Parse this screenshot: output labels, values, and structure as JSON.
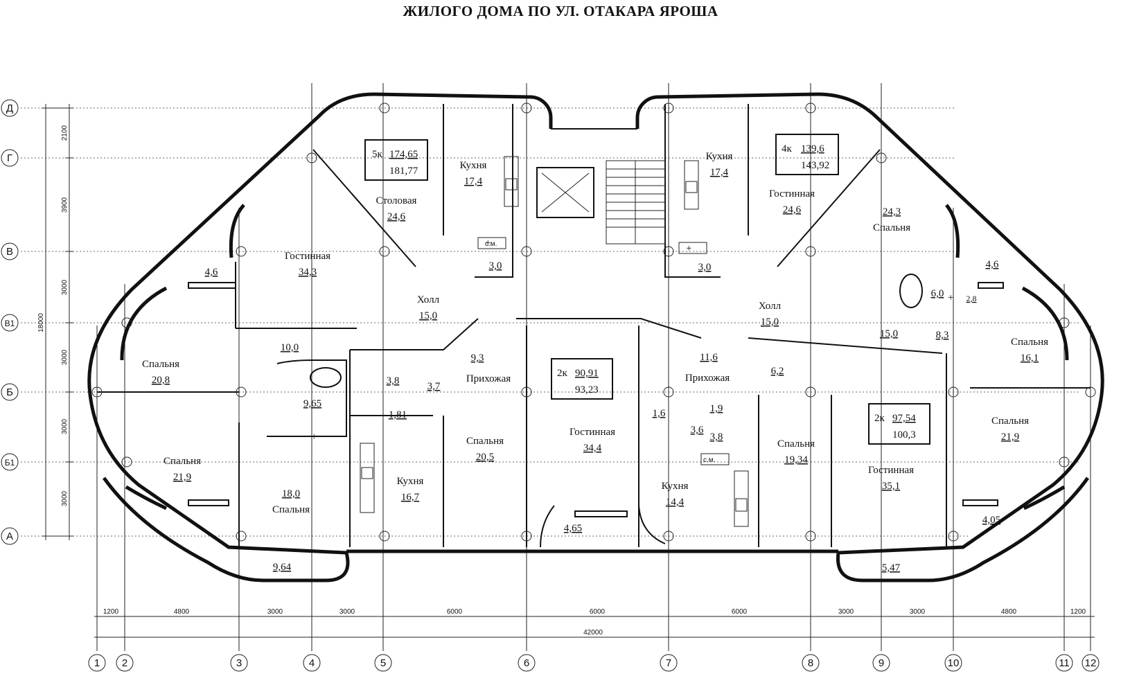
{
  "title": "ЖИЛОГО ДОМА ПО УЛ. ОТАКАРА ЯРОША",
  "axes": {
    "rows": [
      "Д",
      "Г",
      "В",
      "В1",
      "Б",
      "Б1",
      "А"
    ],
    "columns": [
      "1",
      "2",
      "3",
      "4",
      "5",
      "6",
      "7",
      "8",
      "9",
      "10",
      "11",
      "12"
    ]
  },
  "dimensions": {
    "vertical": [
      "2100",
      "3900",
      "3000",
      "3000",
      "3000",
      "3000"
    ],
    "vertical_total": "18000",
    "horizontal": [
      "1200",
      "4800",
      "3000",
      "3000",
      "6000",
      "6000",
      "6000",
      "3000",
      "3000",
      "4800",
      "1200"
    ],
    "horizontal_total": "42000"
  },
  "apartments": [
    {
      "rooms": "5к",
      "area_living": "174,65",
      "area_total": "181,77"
    },
    {
      "rooms": "4к",
      "area_living": "139,6",
      "area_total": "143,92"
    },
    {
      "rooms": "2к",
      "area_living": "90,91",
      "area_total": "93,23"
    },
    {
      "rooms": "2к",
      "area_living": "97,54",
      "area_total": "100,3"
    }
  ],
  "rooms": [
    {
      "name": "Кухня",
      "area": "17,4"
    },
    {
      "name": "Столовая",
      "area": "24,6"
    },
    {
      "name": "Гостинная",
      "area": "34,3"
    },
    {
      "name": "",
      "area": "4,6"
    },
    {
      "name": "",
      "area": "3,0"
    },
    {
      "name": "Холл",
      "area": "15,0"
    },
    {
      "name": "Спальня",
      "area": "20,8"
    },
    {
      "name": "",
      "area": "10,0"
    },
    {
      "name": "",
      "area": "9,65"
    },
    {
      "name": "",
      "area": "3,8"
    },
    {
      "name": "",
      "area": "3,7"
    },
    {
      "name": "",
      "area": "1,81"
    },
    {
      "name": "Спальня",
      "area": "21,9"
    },
    {
      "name": "Спальня",
      "area": "18,0"
    },
    {
      "name": "",
      "area": "9,64"
    },
    {
      "name": "Кухня",
      "area": "16,7"
    },
    {
      "name": "Прихожая",
      "area": "9,3"
    },
    {
      "name": "Спальня",
      "area": "20,5"
    },
    {
      "name": "Гостинная",
      "area": "34,4"
    },
    {
      "name": "",
      "area": "4,65"
    },
    {
      "name": "Кухня",
      "area": "17,4"
    },
    {
      "name": "",
      "area": "3,0"
    },
    {
      "name": "Гостинная",
      "area": "24,6"
    },
    {
      "name": "Спальня",
      "area": "24,3"
    },
    {
      "name": "",
      "area": "4,6"
    },
    {
      "name": "",
      "area": "6,0"
    },
    {
      "name": "",
      "area": "2,8"
    },
    {
      "name": "",
      "area": "8,3"
    },
    {
      "name": "Холл",
      "area": "15,0"
    },
    {
      "name": "",
      "area": "15,0"
    },
    {
      "name": "Спальня",
      "area": "16,1"
    },
    {
      "name": "Прихожая",
      "area": "11,6"
    },
    {
      "name": "",
      "area": "6,2"
    },
    {
      "name": "",
      "area": "1,6"
    },
    {
      "name": "",
      "area": "1,9"
    },
    {
      "name": "",
      "area": "3,6"
    },
    {
      "name": "",
      "area": "3,8"
    },
    {
      "name": "Спальня",
      "area": "19,34"
    },
    {
      "name": "Кухня",
      "area": "14,4"
    },
    {
      "name": "Гостинная",
      "area": "35,1"
    },
    {
      "name": "Спальня",
      "area": "21,9"
    },
    {
      "name": "",
      "area": "4,05"
    },
    {
      "name": "",
      "area": "5,47"
    }
  ],
  "fixtures": {
    "wc_label": "с.м.",
    "plus": "+"
  }
}
